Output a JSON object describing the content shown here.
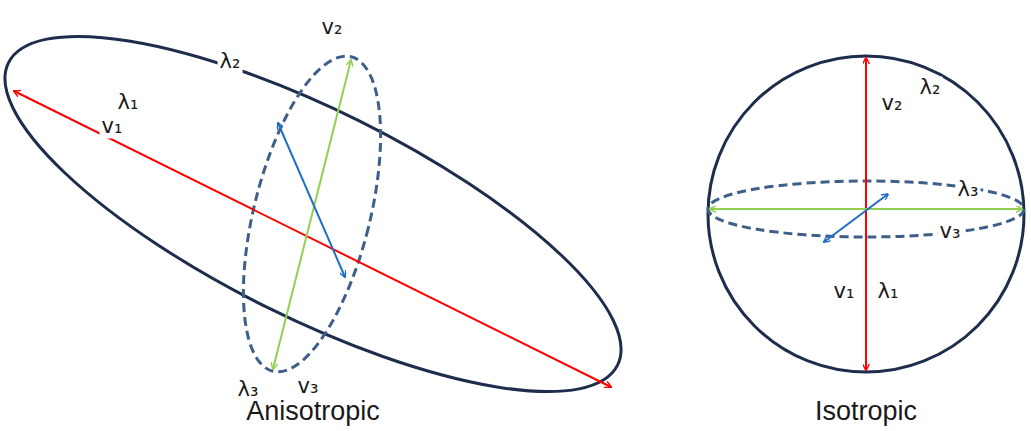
{
  "diagram": {
    "labels": [
      "λ₁",
      "v₁",
      "v₂",
      "λ₂",
      "λ₃",
      "v₃",
      "λ₂",
      "v₂",
      "λ₃",
      "v₃",
      "v₁",
      "λ₁",
      "Anisotropic",
      "Isotropic"
    ]
  }
}
